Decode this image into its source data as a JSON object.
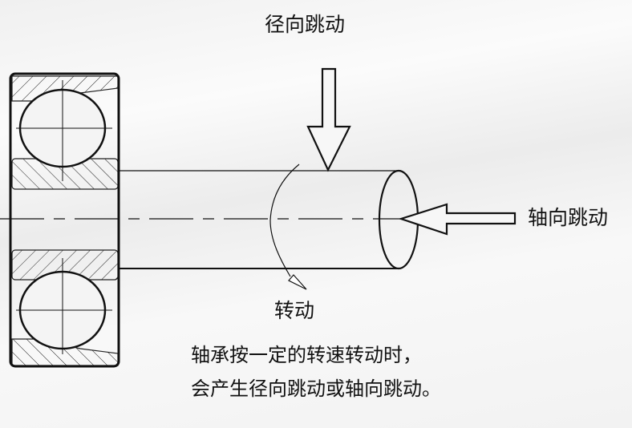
{
  "labels": {
    "radial_runout": "径向跳动",
    "axial_runout": "轴向跳动",
    "rotation": "转动"
  },
  "caption": {
    "line1": "轴承按一定的转速转动时，",
    "line2": "会产生径向跳动或轴向跳动。"
  }
}
